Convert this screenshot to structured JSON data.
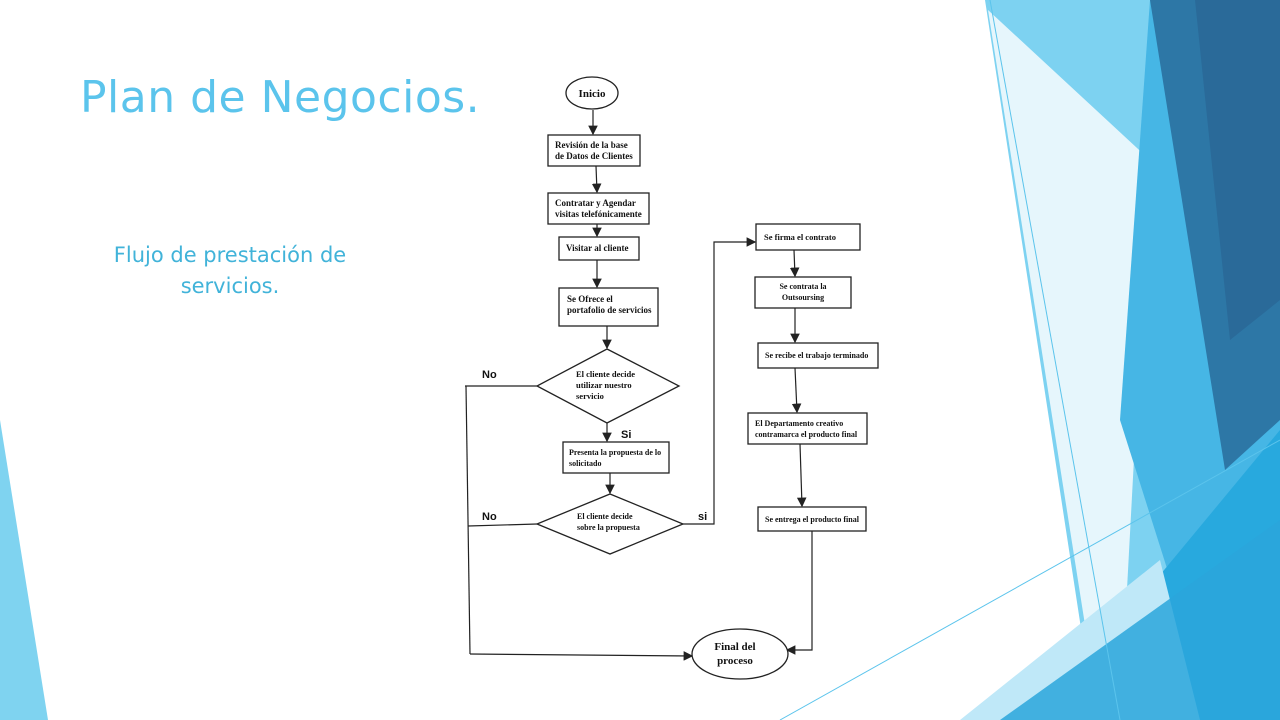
{
  "slide": {
    "title": "Plan de Negocios.",
    "subtitle": "Flujo de prestación de servicios."
  },
  "flowchart": {
    "start": "Inicio",
    "review_l1": "Revisión de la base",
    "review_l2": "de Datos de Clientes",
    "schedule_l1": "Contratar y Agendar",
    "schedule_l2": "visitas telefónicamente",
    "visit": "Visitar al cliente",
    "offer_l1": "Se Ofrece el",
    "offer_l2": "portafolio de servicios",
    "decision1_l1": "El cliente decide",
    "decision1_l2": "utilizar nuestro",
    "decision1_l3": "servicio",
    "proposal_l1": "Presenta la propuesta de lo",
    "proposal_l2": "solicitado",
    "decision2_l1": "El cliente decide",
    "decision2_l2": "sobre la propuesta",
    "contract": "Se firma el contrato",
    "outsourcing_l1": "Se contrata la",
    "outsourcing_l2": "Outsoursing",
    "received": "Se recibe el trabajo terminado",
    "creative_l1": "El Departamento creativo",
    "creative_l2": "contramarca el producto final",
    "deliver": "Se entrega el producto final",
    "end_l1": "Final del",
    "end_l2": "proceso",
    "label_no1": "No",
    "label_si1": "Si",
    "label_no2": "No",
    "label_si2": "si"
  },
  "colors": {
    "title": "#5bc4ec",
    "subtitle": "#41b3d9",
    "stroke": "#222222"
  }
}
